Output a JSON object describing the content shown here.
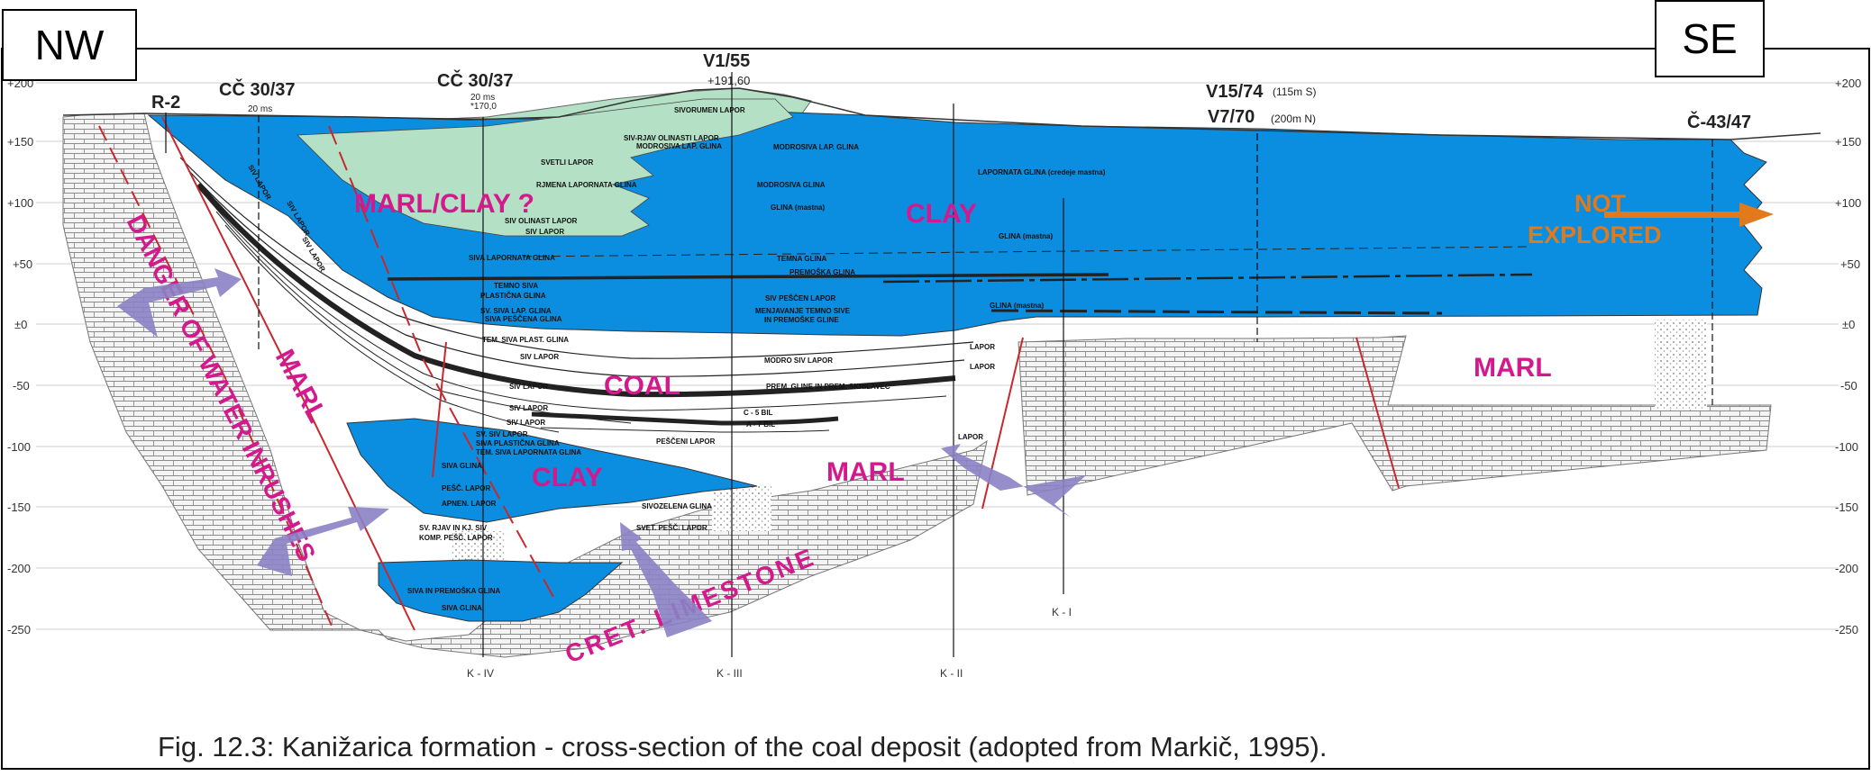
{
  "corners": {
    "nw": "NW",
    "se": "SE"
  },
  "caption": "Fig. 12.3: Kanižarica formation - cross-section of the coal deposit (adopted from Markič, 1995).",
  "elevation_axis": {
    "ticks": [
      "+200",
      "+150",
      "+100",
      "+50",
      "±0",
      "-50",
      "-100",
      "-150",
      "-200",
      "-250"
    ]
  },
  "boreholes": {
    "r2": "R-2",
    "cc30_37a": "CČ 30/37",
    "cc30_37a_note": "20 ms",
    "cc30_37b": "CČ 30/37",
    "cc30_37b_note1": "20 ms",
    "cc30_37b_note2": "*170,0",
    "v1_55": "V1/55",
    "v1_55_note": "+191,60",
    "v15_74": "V15/74",
    "v15_74_note": "(115m S)",
    "v7_70": "V7/70",
    "v7_70_note": "(200m N)",
    "c43_47": "Č-43/47"
  },
  "sections": {
    "k1": "K - I",
    "k2": "K - II",
    "k3": "K - III",
    "k4": "K - IV"
  },
  "big_labels": {
    "marl_clay": "MARL/CLAY ?",
    "clay_top": "CLAY",
    "coal": "COAL",
    "clay_lower": "CLAY",
    "marl_center": "MARL",
    "marl_right": "MARL",
    "marl_left": "MARL",
    "danger": "DANGER OF WATER INRUSHES",
    "limestone": "CRET.  LIMESTONE",
    "not_explored_1": "NOT",
    "not_explored_2": "EXPLORED"
  },
  "layer_labels": {
    "l01": "SIVORUMEN LAPOR",
    "l02": "SIV-RJAV OLINASTI LAPOR",
    "l03": "MODROSIVA LAP. GLINA",
    "l04": "SVETLI LAPOR",
    "l05": "MODROSIVA LAP. GLINA",
    "l06": "LAPORNATA GLINA (credeje mastna)",
    "l07": "RJMENA LAPORNATA GLINA",
    "l08": "MODROSIVA GLINA",
    "l09": "SIV OLINAST LAPOR",
    "l10": "SIV LAPOR",
    "l11": "GLINA (mastna)",
    "l12": "GLINA (mastna)",
    "l13": "SIVA LAPORNATA GLINA",
    "l14": "TEMNA GLINA",
    "l15": "PREMOŠKA GLINA",
    "l16": "TEMNO SIVA",
    "l17": "PLASTIČNA GLINA",
    "l18": "SIV PEŠČEN LAPOR",
    "l19": "SV. SIVA LAP. GLINA",
    "l20": "SIVA PEŠČENA GLINA",
    "l21": "MENJAVANJE TEMNO SIVE",
    "l22": "IN PREMOŠKE GLINE",
    "l23": "GLINA (mastna)",
    "l24": "TEM. SIVA PLAST. GLINA",
    "l25": "SIV LAPOR",
    "l26": "MODRO SIV LAPOR",
    "l27": "LAPOR",
    "l28": "LAPOR",
    "l29": "SIV LAPOR",
    "l30": "PREM. GLINE IN PREM. SKRILAVEC",
    "l31": "SIV LAPOR",
    "l32": "C - 5 BIL",
    "l33": "A - 7 BIL",
    "l34": "SIV LAPOR",
    "l35": "SV. SIV LAPOR",
    "l36": "SIVA PLASTIČNA GLINA",
    "l37": "TEM. SIVA LAPORNATA GLINA",
    "l38": "PEŠČENI LAPOR",
    "l39": "LAPOR",
    "l40": "SIVA GLINA",
    "l41": "PEŠČ. LAPOR",
    "l42": "APNEN. LAPOR",
    "l43": "SIVOZELENA GLINA",
    "l44": "SVET. PEŠČ. LAPOR",
    "l45": "SV. RJAV IN KJ. SIV",
    "l46": "KOMP. PEŠČ. LAPOR",
    "l47": "SIVA IN PREMOŠKA GLINA",
    "l48": "SIVA GLINA",
    "l49": "SIV LAPOR",
    "l50": "SIV LAPOR",
    "l51": "SIV LAPOR"
  },
  "colors": {
    "clay_blue": "#0B8DE0",
    "light_green": "#B4E0C6",
    "label_magenta": "#D4198C",
    "arrow_purple": "#8A82C4",
    "not_explored_orange": "#E07A1C",
    "fault_red": "#C8282D",
    "limestone_bg": "#F2F2F2"
  }
}
